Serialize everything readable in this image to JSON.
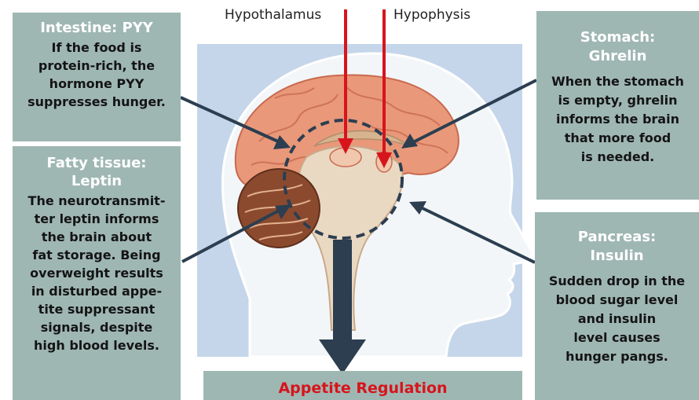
{
  "labels": {
    "hypothalamus": "Hypothalamus",
    "hypophysis": "Hypophysis"
  },
  "panels": {
    "intestine": {
      "title": "Intestine: PYY",
      "lines": [
        "If the food is",
        "protein-rich, the",
        "hormone PYY",
        "suppresses hunger."
      ]
    },
    "fatty": {
      "title_lines": [
        "Fatty tissue:",
        "Leptin"
      ],
      "lines": [
        "The neurotransmit-",
        "ter leptin informs",
        "the brain about",
        "fat storage. Being",
        "overweight results",
        "in disturbed appe-",
        "tite suppressant",
        "signals, despite",
        "high blood levels."
      ]
    },
    "stomach": {
      "title_lines": [
        "Stomach:",
        "Ghrelin"
      ],
      "lines": [
        "When the stomach",
        "is empty, ghrelin",
        "informs the brain",
        "that more food",
        "is needed."
      ]
    },
    "pancreas": {
      "title_lines": [
        "Pancreas:",
        "Insulin"
      ],
      "lines": [
        "Sudden drop in the",
        "blood sugar level",
        "and insulin",
        "level causes",
        "hunger pangs."
      ]
    }
  },
  "result": "Appetite Regulation",
  "colors": {
    "panel": "#9fb7b3",
    "panel_title": "#ffffff",
    "accent_red": "#d7141c",
    "arrow_dark": "#2c3e50",
    "head_bg": "#c5d6ea"
  }
}
